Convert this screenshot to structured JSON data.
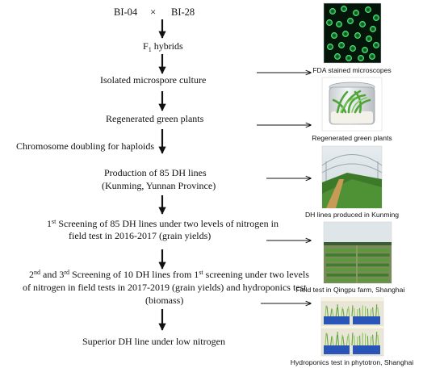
{
  "parents": {
    "left": "BI-04",
    "cross": "×",
    "right": "BI-28"
  },
  "steps": {
    "f1_prefix": "F",
    "f1_sub": "1",
    "f1_suffix": " hybrids",
    "microspore": "Isolated microspore culture",
    "regenerated": "Regenerated green plants",
    "doubling": "Chromosome doubling for haploids",
    "production_line1": "Production of 85 DH lines",
    "production_line2": "(Kunming, Yunnan Province)",
    "screen1_num": "1",
    "screen1_sup": "st",
    "screen1_line1_rest": " Screening of 85 DH lines under two levels of nitrogen in",
    "screen1_line2": "field test in 2016-2017  (grain yields)",
    "screen2_num2": "2",
    "screen2_sup2": "nd",
    "screen2_and": " and 3",
    "screen2_sup3": "rd",
    "screen2_mid": " Screening of 10 DH lines from 1",
    "screen2_sup1": "st",
    "screen2_line1_rest": " screening under two levels",
    "screen2_line2": "of nitrogen in field tests in 2017-2019 (grain yields) and hydroponics test",
    "screen2_line3": "(biomass)",
    "final": "Superior DH line under low nitrogen"
  },
  "photos": {
    "fda": {
      "caption": "FDA stained microscopes"
    },
    "plants": {
      "caption": "Regenerated green plants"
    },
    "kunming": {
      "caption": "DH lines produced in Kunming"
    },
    "qingpu": {
      "caption": "Field test in Qingpu farm, Shanghai"
    },
    "hydro": {
      "caption": "Hydroponics test in phytotron, Shanghai"
    }
  },
  "colors": {
    "text": "#111111",
    "microscope_bg": "#04150a",
    "fluorescence": "#3ee56b",
    "sky": "#e9eef1",
    "field_green": "#3f7d2c",
    "shelf_blue": "#2a55b8"
  }
}
